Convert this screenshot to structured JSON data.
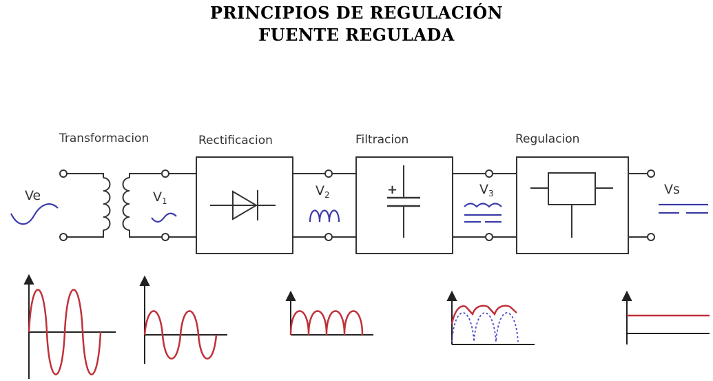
{
  "title": {
    "line1": "PRINCIPIOS DE REGULACIÓN",
    "line2": "FUENTE REGULADA"
  },
  "stages": [
    {
      "label": "Transformacion"
    },
    {
      "label": "Rectificacion"
    },
    {
      "label": "Filtracion"
    },
    {
      "label": "Regulacion"
    }
  ],
  "voltages": {
    "ve": "Ve",
    "v1": "V",
    "v1_sub": "1",
    "v2": "V",
    "v2_sub": "2",
    "v3": "V",
    "v3_sub": "3",
    "vs": "Vs"
  },
  "capacitor_plus": "+",
  "colors": {
    "line": "#333333",
    "signal_blue": "#3a3aa8",
    "waveform_red": "#c0303a",
    "ripple_blue": "#4a4ad0"
  },
  "icons": [
    "transformer-icon",
    "diode-icon",
    "capacitor-icon",
    "regulator-icon"
  ]
}
